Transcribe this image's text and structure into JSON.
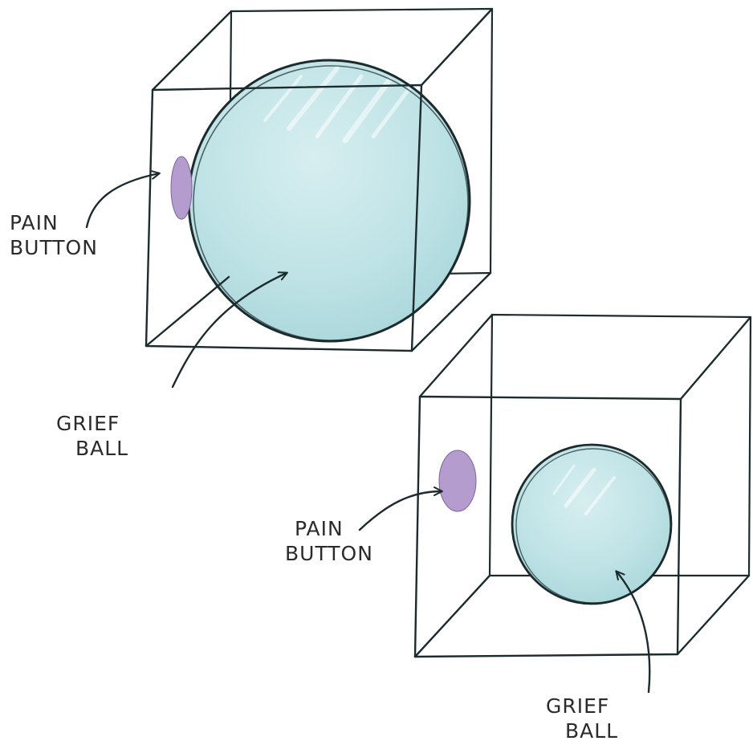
{
  "colors": {
    "ink": "#1c2b2d",
    "ball_fill": "#bfe3e6",
    "ball_highlight": "#ffffff",
    "button_fill": "#b49ccf",
    "label_ink": "#2b2b2b"
  },
  "diagrams": [
    {
      "ball_label": [
        "GRIEF",
        "BALL"
      ],
      "button_label": [
        "PAIN",
        "BUTTON"
      ]
    },
    {
      "ball_label": [
        "GRIEF",
        "BALL"
      ],
      "button_label": [
        "PAIN",
        "BUTTON"
      ]
    }
  ]
}
